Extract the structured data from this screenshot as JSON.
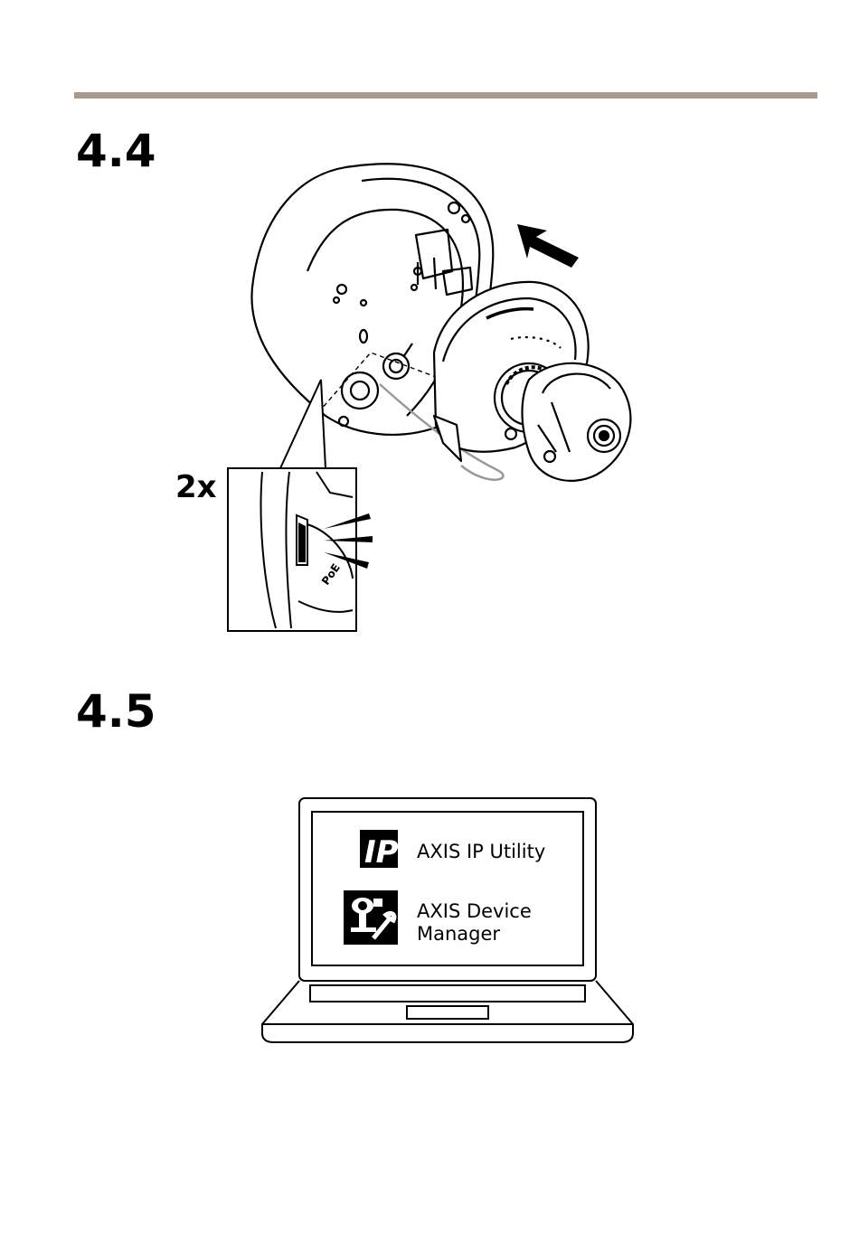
{
  "steps": [
    {
      "number": "4.4"
    },
    {
      "number": "4.5"
    }
  ],
  "install_figure": {
    "callout_label": "2x",
    "poe_marking": "PoE"
  },
  "laptop_figure": {
    "apps": [
      {
        "icon": "ip-icon",
        "icon_text": "IP",
        "label_line1": "AXIS IP Utility",
        "label_line2": ""
      },
      {
        "icon": "camera-wrench-icon",
        "label_line1": "AXIS Device",
        "label_line2": "Manager"
      }
    ]
  },
  "colors": {
    "rule": "#a89a8c",
    "ink": "#000000"
  }
}
